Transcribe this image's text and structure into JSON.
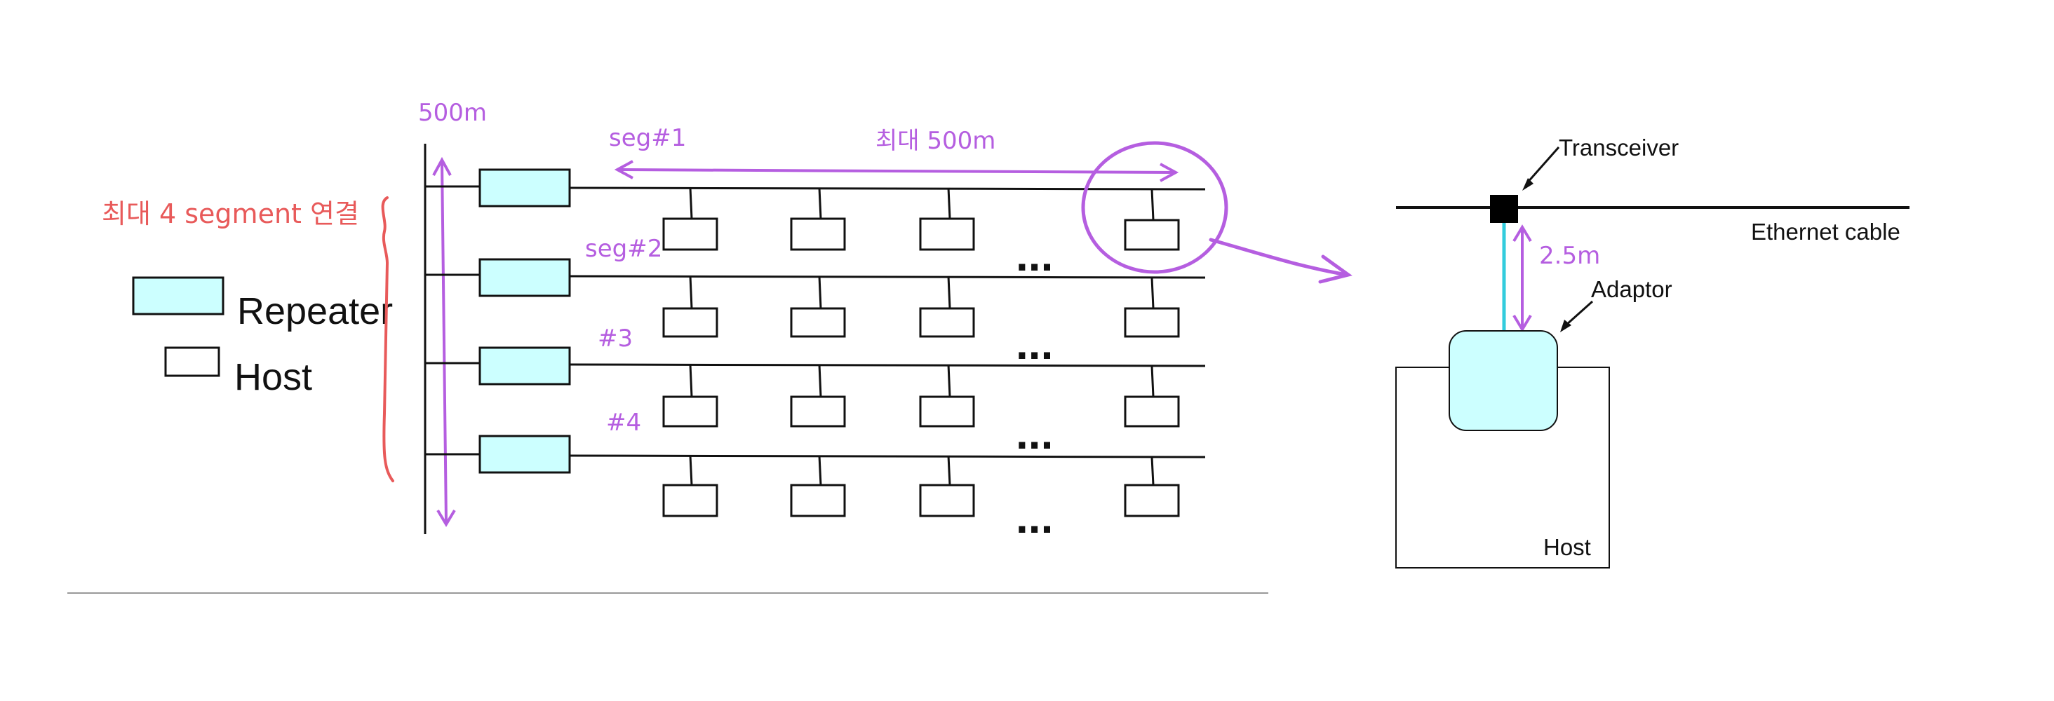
{
  "legend": {
    "repeater_label": "Repeater",
    "host_label": "Host"
  },
  "annotations": {
    "max_segments": "최대 4 segment 연결",
    "vertical_length": "500m",
    "seg1": "seg#1",
    "seg2": "seg#2",
    "seg3": "#3",
    "seg4": "#4",
    "max_length": "최대 500m",
    "ellipsis": "...",
    "adaptor_length": "2.5m"
  },
  "detail": {
    "transceiver_label": "Transceiver",
    "cable_label": "Ethernet cable",
    "adaptor_label": "Adaptor",
    "host_label": "Host"
  },
  "colors": {
    "repeater_fill": "#ccffff",
    "adaptor_fill": "#ccffff",
    "line": "#111111",
    "annotation_purple": "#b55ee0",
    "annotation_red": "#e85a5a",
    "drop_cable": "#33ccdd"
  }
}
